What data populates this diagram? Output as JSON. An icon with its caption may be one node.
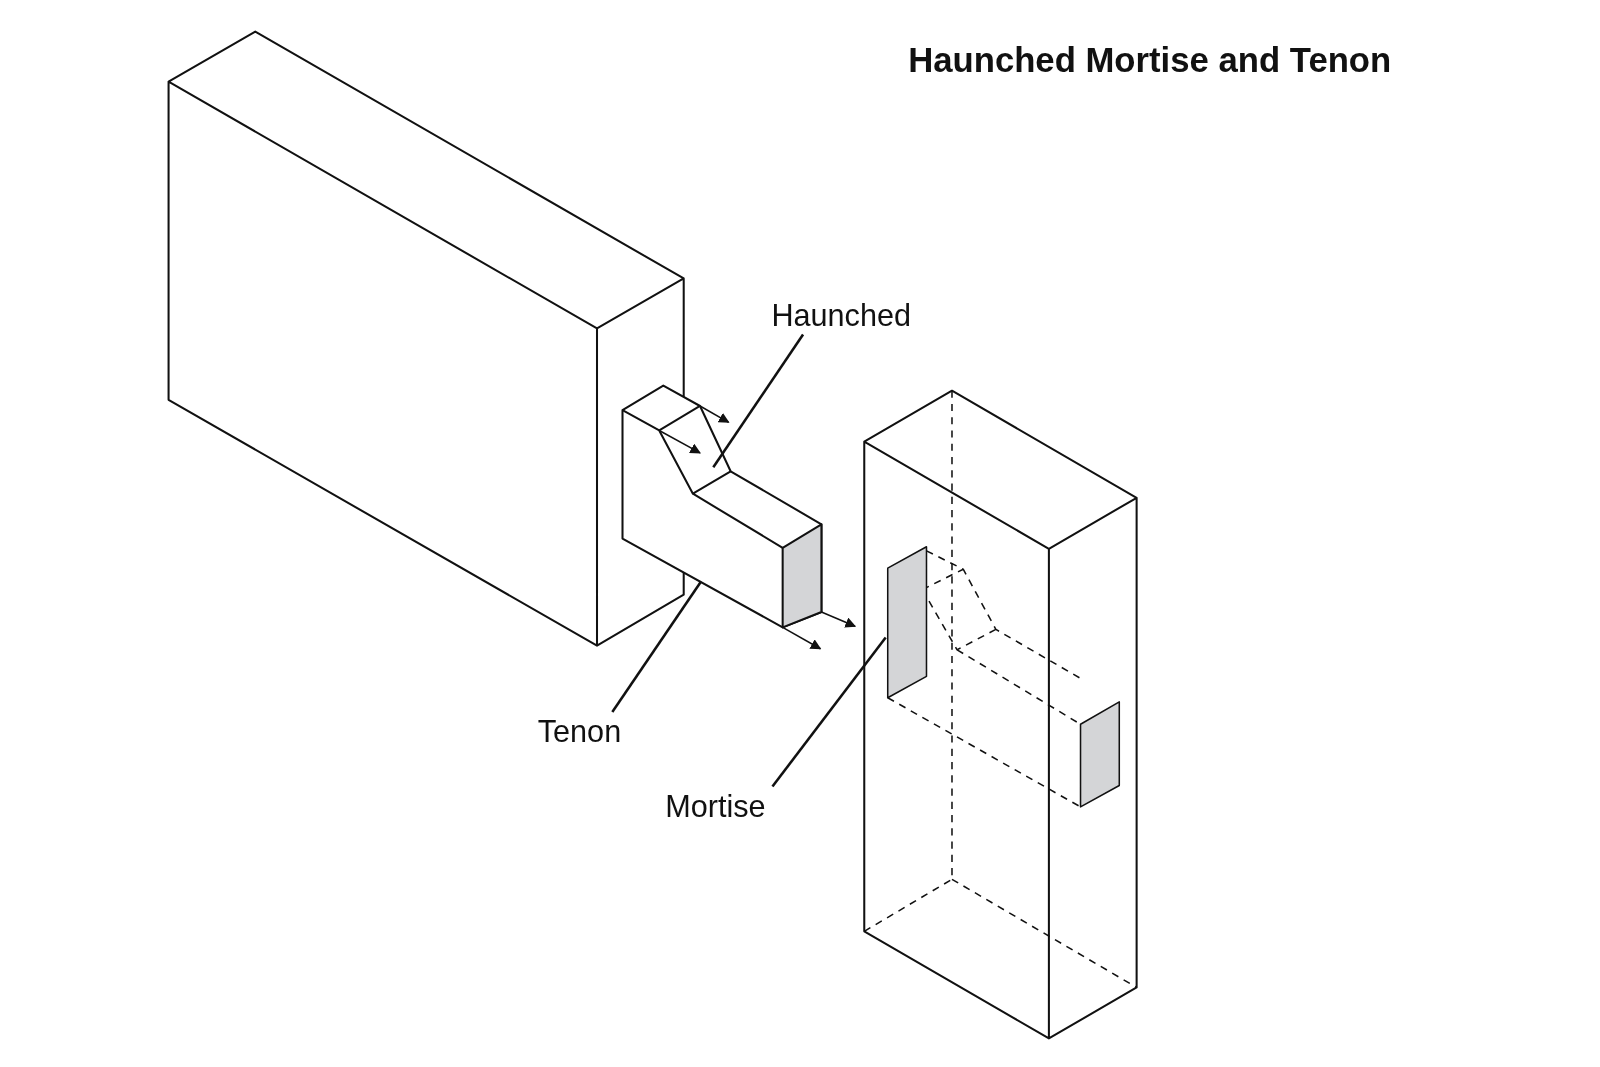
{
  "diagram": {
    "title": "Haunched Mortise and Tenon",
    "nodes": [
      {
        "text": [
          "Haunched"
        ]
      },
      {
        "text": [
          "Tenon"
        ]
      },
      {
        "text": [
          "Mortise"
        ]
      }
    ],
    "edges": [
      {
        "from": 0,
        "to": null,
        "arrow": "none"
      },
      {
        "from": 1,
        "to": null,
        "arrow": "none"
      },
      {
        "from": 2,
        "to": null,
        "arrow": "none"
      }
    ]
  }
}
